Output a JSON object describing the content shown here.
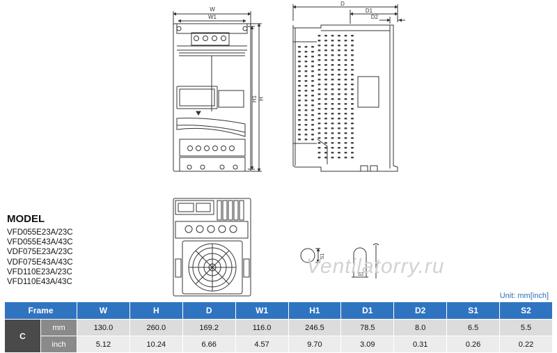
{
  "drawings": {
    "front_labels": {
      "w": "W",
      "w1": "W1",
      "h": "H",
      "h1": "H1"
    },
    "side_labels": {
      "d": "D",
      "d1": "D1",
      "d2": "D2"
    },
    "hole_labels": {
      "s1": "S1",
      "s2": "S2"
    }
  },
  "models": {
    "heading": "MODEL",
    "list": [
      "VFD055E23A/23C",
      "VFD055E43A/43C",
      "VDF075E23A/23C",
      "VDF075E43A/43C",
      "VFD110E23A/23C",
      "VFD110E43A/43C"
    ]
  },
  "watermark": "Ventilatorry.ru",
  "unit_note": "Unit: mm[inch]",
  "table": {
    "headers": [
      "Frame",
      "W",
      "H",
      "D",
      "W1",
      "H1",
      "D1",
      "D2",
      "S1",
      "S2"
    ],
    "frame": "C",
    "rows": [
      {
        "unit": "mm",
        "values": [
          "130.0",
          "260.0",
          "169.2",
          "116.0",
          "246.5",
          "78.5",
          "8.0",
          "6.5",
          "5.5"
        ]
      },
      {
        "unit": "inch",
        "values": [
          "5.12",
          "10.24",
          "6.66",
          "4.57",
          "9.70",
          "3.09",
          "0.31",
          "0.26",
          "0.22"
        ]
      }
    ]
  }
}
